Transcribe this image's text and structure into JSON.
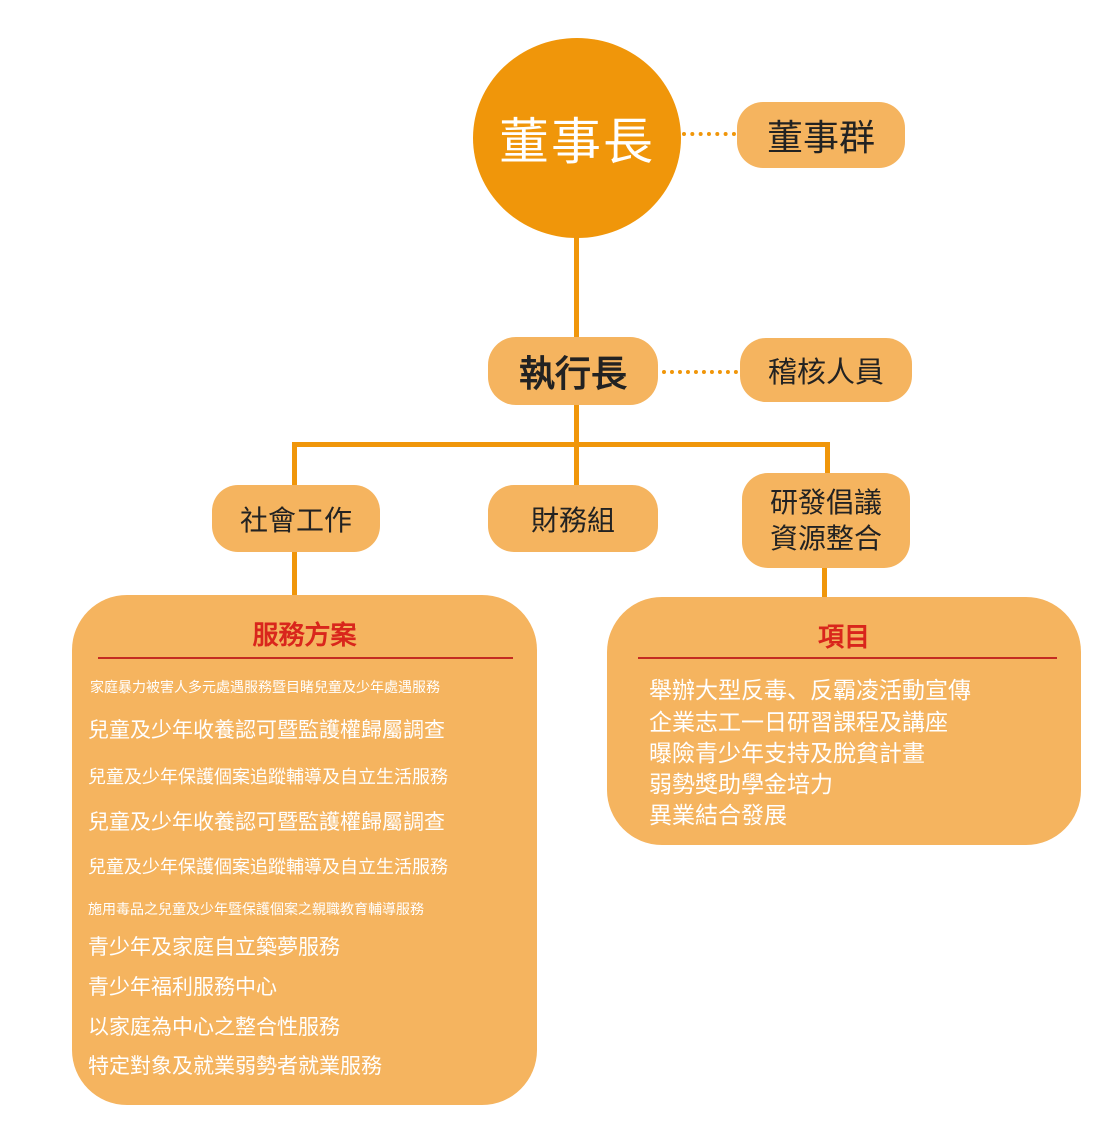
{
  "chairman": {
    "label": "董事長"
  },
  "board": {
    "label": "董事群"
  },
  "ceo": {
    "label": "執行長"
  },
  "auditor": {
    "label": "稽核人員"
  },
  "departments": {
    "social_work": "社會工作",
    "finance": "財務組",
    "rd_line1": "研發倡議",
    "rd_line2": "資源整合"
  },
  "services": {
    "title": "服務方案",
    "items": [
      "家庭暴力被害人多元處遇服務暨目睹兒童及少年處遇服務",
      "兒童及少年收養認可暨監護權歸屬調查",
      "兒童及少年保護個案追蹤輔導及自立生活服務",
      "兒童及少年收養認可暨監護權歸屬調查",
      "兒童及少年保護個案追蹤輔導及自立生活服務",
      "施用毒品之兒童及少年暨保護個案之親職教育輔導服務",
      "青少年及家庭自立築夢服務",
      "青少年福利服務中心",
      "以家庭為中心之整合性服務",
      "特定對象及就業弱勢者就業服務"
    ]
  },
  "projects": {
    "title": "項目",
    "items": [
      "舉辦大型反毒、反霸凌活動宣傳",
      "企業志工一日研習課程及講座",
      "曝險青少年支持及脫貧計畫",
      "弱勢獎助學金培力",
      "異業結合發展"
    ]
  }
}
